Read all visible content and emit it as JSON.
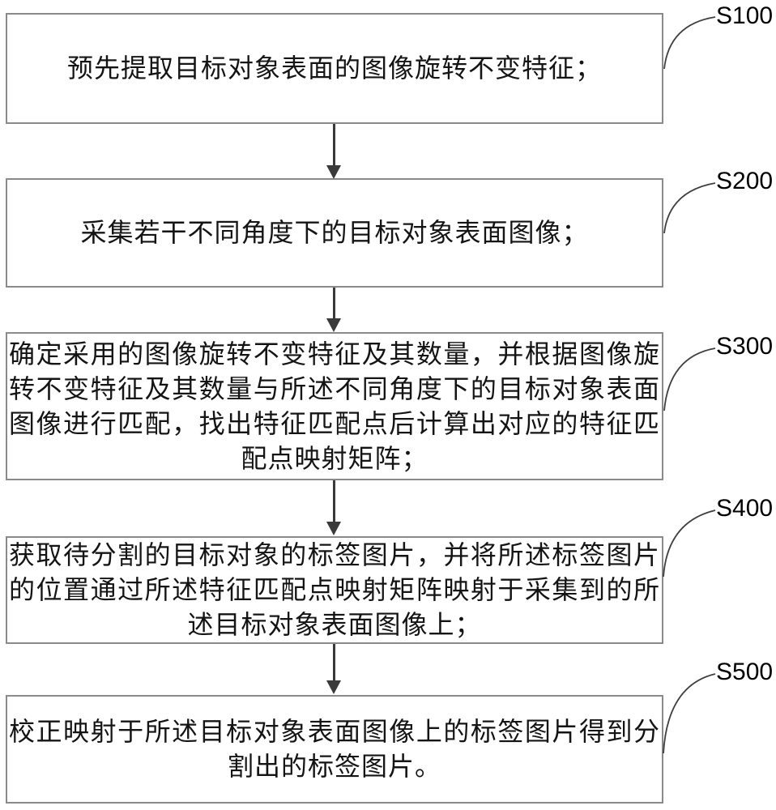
{
  "figure": {
    "type": "flowchart",
    "background_color": "#ffffff",
    "box_border_color": "#8a8a8a",
    "arrow_color": "#3a3a3a",
    "text_color": "#141414",
    "label_color": "#000000"
  },
  "flowchart": {
    "steps": [
      {
        "id": "S100",
        "text": "预先提取目标对象表面的图像旋转不变特征；"
      },
      {
        "id": "S200",
        "text": "采集若干不同角度下的目标对象表面图像；"
      },
      {
        "id": "S300",
        "text": "确定采用的图像旋转不变特征及其数量，并根据图像旋转不变特征及其数量与所述不同角度下的目标对象表面图像进行匹配，找出特征匹配点后计算出对应的特征匹配点映射矩阵；"
      },
      {
        "id": "S400",
        "text": "获取待分割的目标对象的标签图片，并将所述标签图片的位置通过所述特征匹配点映射矩阵映射于采集到的所述目标对象表面图像上；"
      },
      {
        "id": "S500",
        "text": "校正映射于所述目标对象表面图像上的标签图片得到分割出的标签图片。"
      }
    ]
  }
}
